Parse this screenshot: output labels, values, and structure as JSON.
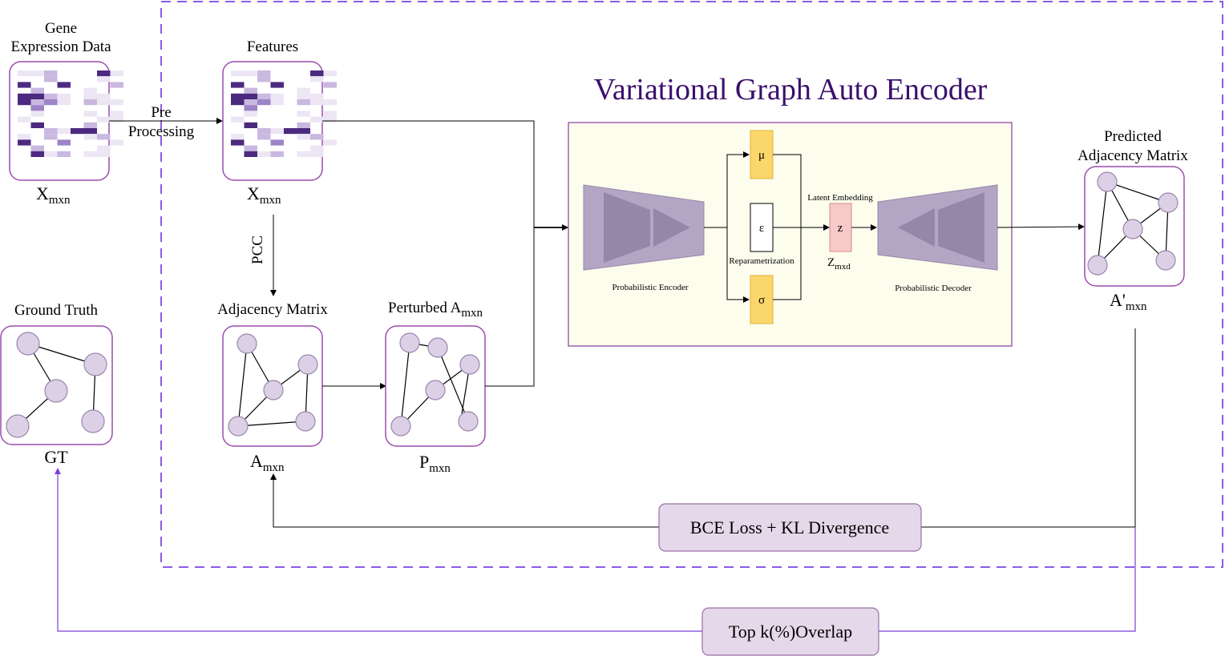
{
  "title": "Variational Graph Auto Encoder",
  "labels": {
    "gene_expression_line1": "Gene",
    "gene_expression_line2": "Expression Data",
    "features": "Features",
    "preprocessing_line1": "Pre",
    "preprocessing_line2": "Processing",
    "pcc": "PCC",
    "adjacency_matrix": "Adjacency Matrix",
    "perturbed": "Perturbed A",
    "perturbed_sub": "mxn",
    "ground_truth": "Ground Truth",
    "predicted_line1": "Predicted",
    "predicted_line2": "Adjacency Matrix",
    "latent_embedding": "Latent Embedding",
    "reparametrization": "Reparametrization",
    "prob_encoder": "Probabilistic Encoder",
    "prob_decoder": "Probabilistic Decoder",
    "mu": "μ",
    "epsilon": "ε",
    "sigma": "σ",
    "z": "z",
    "bce_loss": "BCE Loss + KL Divergence",
    "topk": "Top k(%)Overlap"
  },
  "symbols": {
    "x_raw": "X",
    "x_raw_sub": "mxn",
    "x_feat": "X",
    "x_feat_sub": "mxn",
    "a": "A",
    "a_sub": "mxn",
    "p": "P",
    "p_sub": "mxn",
    "gt": "GT",
    "a_pred": "A'",
    "a_pred_sub": "mxn",
    "z_dim": "Z",
    "z_dim_sub": "mxd"
  },
  "colors": {
    "title": "#3b0f6b",
    "dashed_border": "#8a5ce6",
    "box_border": "#9b4dae",
    "node_fill": "#dcd0e6",
    "node_stroke": "#9a86ad",
    "vgae_bg": "#fdfdee",
    "vgae_border": "#8a3b9c",
    "trapezoid": "#b3a6c4",
    "trapezoid_inner": "#9587a8",
    "param_fill": "#fbd66a",
    "param_stroke": "#e0b43a",
    "z_fill": "#f7c9c9",
    "z_stroke": "#d88a8a",
    "loss_fill": "#e5d8ea",
    "loss_stroke": "#9b6fa8",
    "feedback_line": "#7a3fd6"
  }
}
